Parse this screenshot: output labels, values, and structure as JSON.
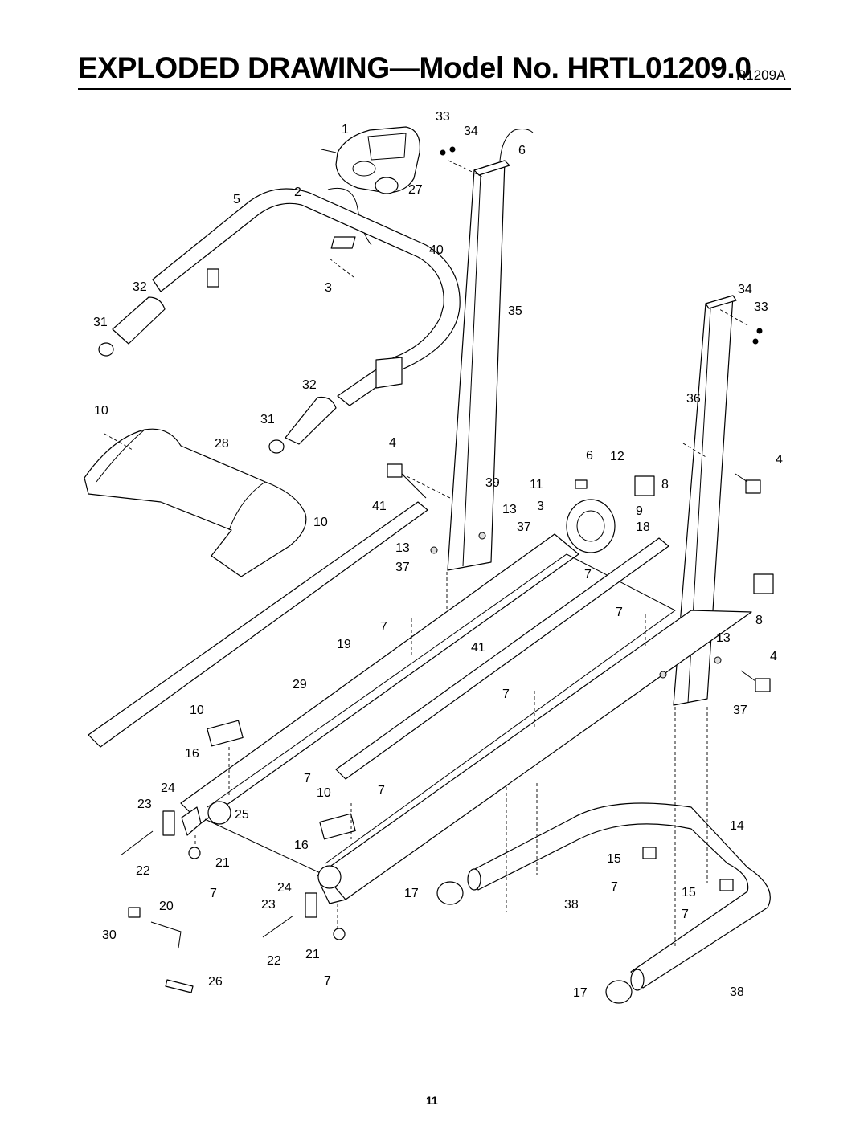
{
  "header": {
    "title": "EXPLODED DRAWING—Model No. HRTL01209.0",
    "revision": "R1209A"
  },
  "footer": {
    "page_number": "11"
  },
  "callouts": {
    "c33a": "33",
    "c1": "1",
    "c34a": "34",
    "c6a": "6",
    "c2": "2",
    "c27": "27",
    "c5": "5",
    "c40": "40",
    "c32a": "32",
    "c3a": "3",
    "c31a": "31",
    "c35": "35",
    "c34b": "34",
    "c33b": "33",
    "c32b": "32",
    "c10a": "10",
    "c31b": "31",
    "c36": "36",
    "c28": "28",
    "c4a": "4",
    "c6b": "6",
    "c12": "12",
    "c4b": "4",
    "c39": "39",
    "c11": "11",
    "c8a": "8",
    "c41a": "41",
    "c3b": "3",
    "c13a": "13",
    "c9": "9",
    "c10b": "10",
    "c37a": "37",
    "c18": "18",
    "c13b": "13",
    "c37b": "37",
    "c7a": "7",
    "c7b": "7",
    "c7c": "7",
    "c8b": "8",
    "c19": "19",
    "c41b": "41",
    "c13c": "13",
    "c4c": "4",
    "c29": "29",
    "c7d": "7",
    "c10c": "10",
    "c37c": "37",
    "c16a": "16",
    "c7e": "7",
    "c24a": "24",
    "c10d": "10",
    "c7f": "7",
    "c23a": "23",
    "c25": "25",
    "c14": "14",
    "c16b": "16",
    "c22a": "22",
    "c21a": "21",
    "c15a": "15",
    "c7g": "7",
    "c7h": "7",
    "c15b": "15",
    "c24b": "24",
    "c17a": "17",
    "c38a": "38",
    "c20": "20",
    "c23b": "23",
    "c7i": "7",
    "c30": "30",
    "c22b": "22",
    "c21b": "21",
    "c7j": "7",
    "c26": "26",
    "c17b": "17",
    "c38b": "38"
  }
}
